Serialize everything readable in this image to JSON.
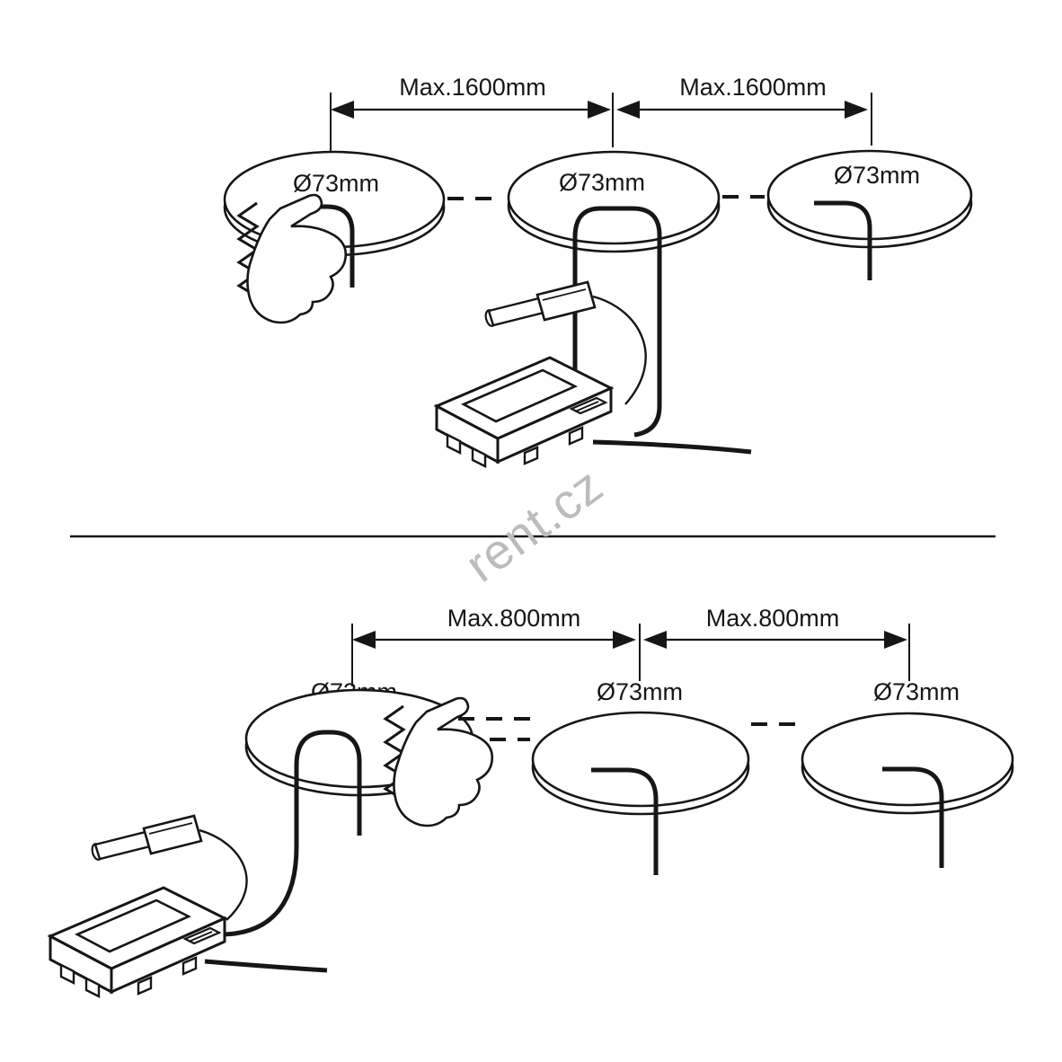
{
  "watermark": {
    "text": "rent.cz",
    "color": "#bcbcbc"
  },
  "colors": {
    "line": "#161616",
    "background": "#ffffff"
  },
  "diagram_top": {
    "spacing_label_left": "Max.1600mm",
    "spacing_label_right": "Max.1600mm",
    "hole_diameter_labels": [
      "Ø73mm",
      "Ø73mm",
      "Ø73mm"
    ]
  },
  "diagram_bottom": {
    "spacing_label_left": "Max.800mm",
    "spacing_label_right": "Max.800mm",
    "hole_diameter_labels": [
      "Ø73mm",
      "Ø73mm",
      "Ø73mm"
    ]
  }
}
